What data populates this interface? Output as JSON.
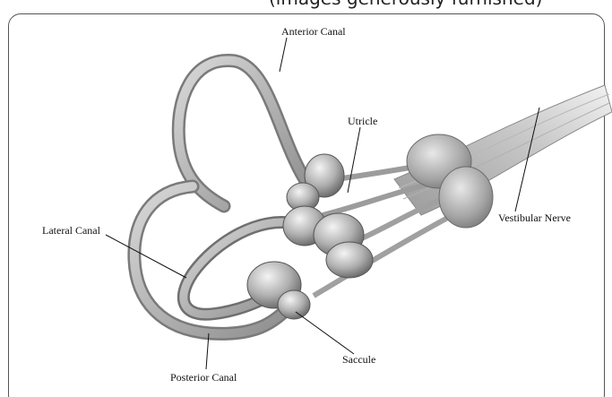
{
  "header": {
    "caption_fragment": "(images generously furnished)"
  },
  "diagram": {
    "labels": {
      "anterior": "Anterior Canal",
      "utricle": "Utricle",
      "lateral": "Lateral Canal",
      "vestibular_nerve": "Vestibular Nerve",
      "saccule": "Saccule",
      "posterior": "Posterior Canal"
    }
  }
}
